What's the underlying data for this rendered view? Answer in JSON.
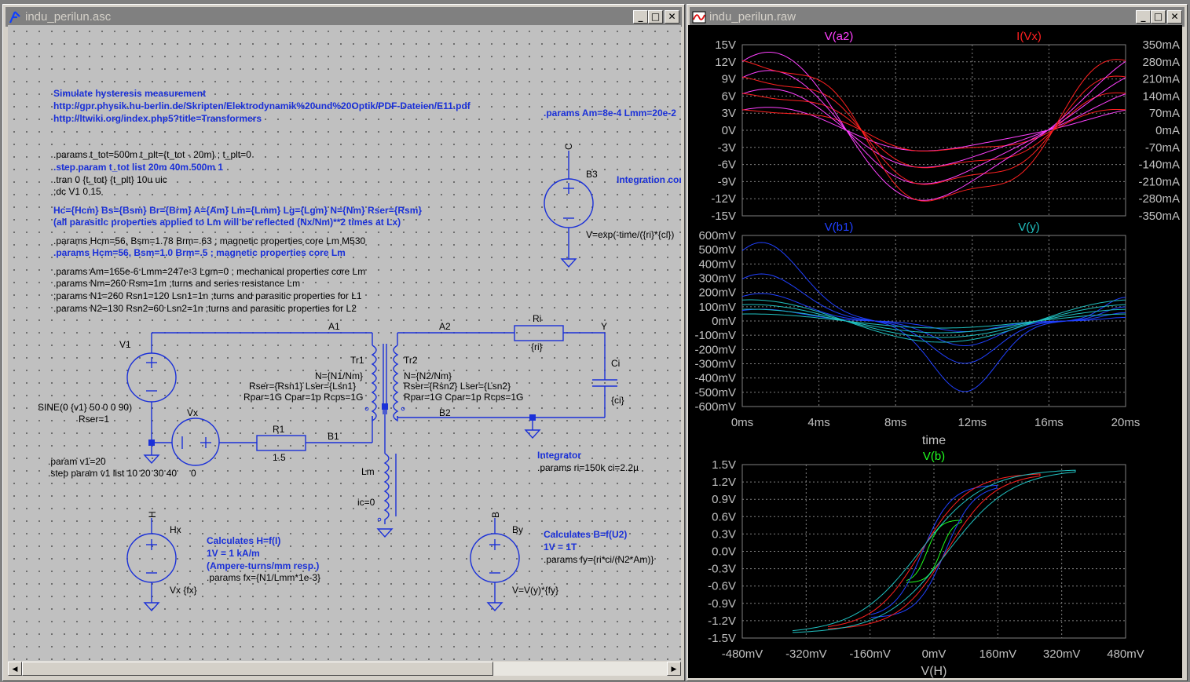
{
  "schematic_window": {
    "title": "indu_perilun.asc",
    "btn_min": "_",
    "btn_max": "□",
    "btn_close": "✕"
  },
  "plot_window": {
    "title": "indu_perilun.raw",
    "btn_min": "_",
    "btn_max": "□",
    "btn_close": "✕"
  },
  "schematic": {
    "comments": {
      "simulate": "Simulate hysteresis measurement",
      "url1": "http://gpr.physik.hu-berlin.de/Skripten/Elektrodynamik%20und%20Optik/PDF-Dateien/E11.pdf",
      "url2": "http://ltwiki.org/index.php5?title=Transformers",
      "params_am_right": ".params Am=8e-4 Lmm=20e-2",
      "integration": "Integration cor",
      "hc_line": "Hc={Hcm} Bs={Bsm} Br={Brm} A={Am} Lm={Lmm} Lg={Lgm} N={Nm} Rser={Rsm}",
      "parasitic_line": "(all parasitic properties applied to Lm will be reflected (Nx/Nm)**2 times at Lx)",
      "params_hcm_core": ".params Hcm=56, Bsm=1.0 Brm=.5 ; magnetic properties core Lm",
      "integrator": "Integrator",
      "calc_h": "Calculates H=f(I)",
      "one_v_ka": "1V =  1 kA/m",
      "ampere_turns": "(Ampere-turns/mm resp.)",
      "calc_b": "Calculates B=f(U2)",
      "one_v_t": "1V = 1T"
    },
    "directives": {
      "params_ttot": ".params t_tot=500m t_plt={t_tot - 20m} ; t_plt=0",
      "step_ttot": ".step param t_tot list 20m 40m 500m 1",
      "tran": ".tran 0 {t_tot} {t_plt} 10u uic",
      "dc": ";dc V1 0 15",
      "params_hcm_m530": ".params Hcm=56, Bsm=1.78 Brm=.63 ; magnetic properties core Lm M530",
      "params_am": ".params Am=165e-6 Lmm=247e-3 Lgm=0 ; mechanical properties core Lm",
      "params_nm": ".params Nm=260 Rsm=1m ;turns and series resistance Lm",
      "params_n1": ";params N1=260 Rsn1=120 Lsn1=1n ;turns and parasitic properties for L1",
      "params_n2": ".params N2=130 Rsn2=60 Lsn2=1n ;turns and parasitic properties for L2",
      "param_v1": ".param v1=20",
      "step_v1": ".step param v1 list 10 20 30 40",
      "params_ri": ".params ri=150k ci=2.2µ",
      "params_fx": ".params fx={N1/Lmm*1e-3}",
      "params_fy": ".params fy={ri*ci/(N2*Am)}"
    },
    "labels": {
      "net_c": "C",
      "b3": "B3",
      "b3_value": "V=exp(-time/({ri}*{ci})",
      "a1": "A1",
      "a2": "A2",
      "ri": "Ri",
      "ri_value": "{ri}",
      "y": "Y",
      "v1": "V1",
      "v1_value": "SINE(0 {v1} 50 0 0 90)",
      "v1_rser": "Rser=1",
      "tr1": "Tr1",
      "tr1_n": "N={N1/Nm}",
      "tr1_rser": "Rser={Rsn1} Lser={Lsn1}",
      "tr1_rpar": "Rpar=1G Cpar=1p Rcps=1G",
      "tr2": "Tr2",
      "tr2_n": "N={N2/Nm}",
      "tr2_rser": "Rser={Rsn2} Lser={Lsn2}",
      "tr2_rpar": "Rpar=1G Cpar=1p Rcps=1G",
      "ci": "Ci",
      "ci_value": "{ci}",
      "vx": "Vx",
      "vx_value": "0",
      "r1": "R1",
      "r1_value": "1.5",
      "b1": "B1",
      "b2": "B2",
      "lm": "Lm",
      "lm_ic": "ic=0",
      "net_h": "H",
      "hx": "Hx",
      "hx_value": "Vx {fx}",
      "net_b": "B",
      "by": "By",
      "by_value": "V=V(y)*{fy}"
    }
  },
  "plots": {
    "colors": {
      "grid": "#808080",
      "axis_text": "#c0c0c0",
      "va2": "#ff40ff",
      "ivx": "#ff2020",
      "vb1": "#2040ff",
      "vy": "#20c0c0",
      "vb": "#20ff20"
    },
    "pane1": {
      "trace_left": "V(a2)",
      "trace_right": "I(Vx)",
      "yticks_left": [
        "15V",
        "12V",
        "9V",
        "6V",
        "3V",
        "0V",
        "-3V",
        "-6V",
        "-9V",
        "-12V",
        "-15V"
      ],
      "yticks_right": [
        "350mA",
        "280mA",
        "210mA",
        "140mA",
        "70mA",
        "0mA",
        "-70mA",
        "-140mA",
        "-210mA",
        "-280mA",
        "-350mA"
      ]
    },
    "pane2": {
      "trace_left": "V(b1)",
      "trace_right": "V(y)",
      "yticks": [
        "600mV",
        "500mV",
        "400mV",
        "300mV",
        "200mV",
        "100mV",
        "0mV",
        "-100mV",
        "-200mV",
        "-300mV",
        "-400mV",
        "-500mV",
        "-600mV"
      ],
      "xticks": [
        "0ms",
        "4ms",
        "8ms",
        "12ms",
        "16ms",
        "20ms"
      ],
      "xlabel": "time"
    },
    "pane3": {
      "trace": "V(b)",
      "yticks": [
        "1.5V",
        "1.2V",
        "0.9V",
        "0.6V",
        "0.3V",
        "0.0V",
        "-0.3V",
        "-0.6V",
        "-0.9V",
        "-1.2V",
        "-1.5V"
      ],
      "xticks": [
        "-480mV",
        "-320mV",
        "-160mV",
        "0mV",
        "160mV",
        "320mV",
        "480mV"
      ],
      "xlabel": "V(H)"
    }
  }
}
